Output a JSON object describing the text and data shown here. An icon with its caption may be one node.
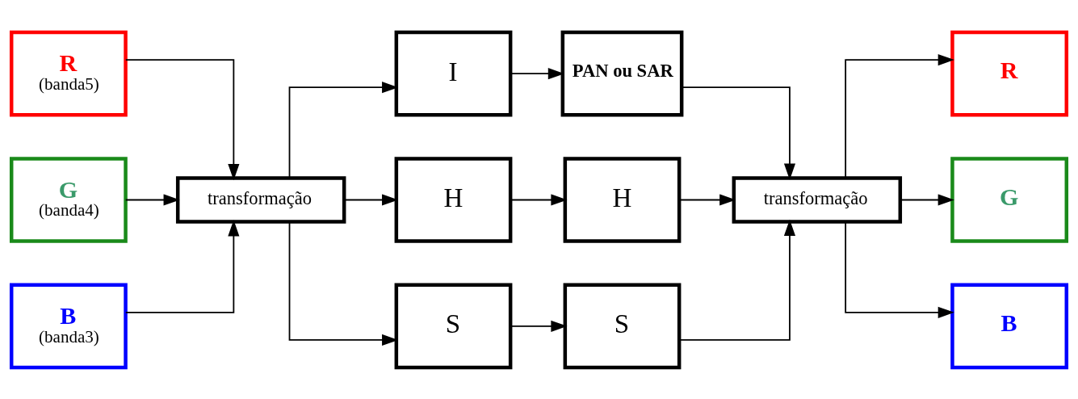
{
  "diagram": {
    "nodes": [
      {
        "text": [
          "R",
          "(banda5)"
        ]
      },
      {
        "text": [
          "G",
          "(banda4)"
        ]
      },
      {
        "text": [
          "B",
          "(banda3)"
        ]
      },
      {
        "text": [
          "transformação"
        ]
      },
      {
        "text": [
          "I"
        ]
      },
      {
        "text": [
          "PAN ou SAR"
        ]
      },
      {
        "text": [
          "H"
        ]
      },
      {
        "text": [
          "H"
        ]
      },
      {
        "text": [
          "S"
        ]
      },
      {
        "text": [
          "S"
        ]
      },
      {
        "text": [
          "transformação"
        ]
      },
      {
        "text": [
          "R"
        ]
      },
      {
        "text": [
          "G"
        ]
      },
      {
        "text": [
          "B"
        ]
      }
    ],
    "edges": [
      {
        "from": 0,
        "to": 3,
        "arrow": "to"
      },
      {
        "from": 1,
        "to": 3,
        "arrow": "to"
      },
      {
        "from": 2,
        "to": 3,
        "arrow": "to"
      },
      {
        "from": 3,
        "to": 4,
        "arrow": "to"
      },
      {
        "from": 3,
        "to": 6,
        "arrow": "to"
      },
      {
        "from": 3,
        "to": 8,
        "arrow": "to"
      },
      {
        "from": 4,
        "to": 5,
        "arrow": "to"
      },
      {
        "from": 6,
        "to": 7,
        "arrow": "to"
      },
      {
        "from": 8,
        "to": 9,
        "arrow": "to"
      },
      {
        "from": 5,
        "to": 10,
        "arrow": "to"
      },
      {
        "from": 7,
        "to": 10,
        "arrow": "to"
      },
      {
        "from": 9,
        "to": 10,
        "arrow": "to"
      },
      {
        "from": 10,
        "to": 11,
        "arrow": "to"
      },
      {
        "from": 10,
        "to": 12,
        "arrow": "to"
      },
      {
        "from": 10,
        "to": 13,
        "arrow": "to"
      }
    ]
  }
}
